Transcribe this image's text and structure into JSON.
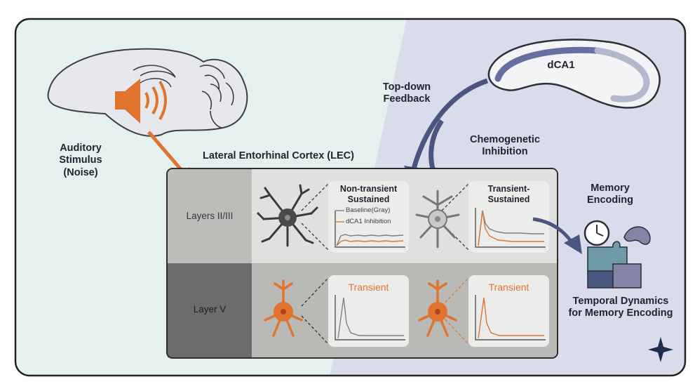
{
  "labels": {
    "auditory": [
      "Auditory",
      "Stimulus",
      "(Noise)"
    ],
    "lec_title": "Lateral Entorhinal Cortex (LEC)",
    "topdown": [
      "Top-down",
      "Feedback"
    ],
    "dca1": "dCA1",
    "chemo": [
      "Chemogenetic",
      "Inhibition"
    ],
    "memory_encoding": [
      "Memory",
      "Encoding"
    ],
    "temporal": [
      "Temporal Dynamics",
      "for Memory Encoding"
    ],
    "layers_23": "Layers II/III",
    "layer_5": "Layer V",
    "non_transient": [
      "Non-transient",
      "Sustained"
    ],
    "transient_sustained": [
      "Transient-",
      "Sustained"
    ],
    "transient_left": "Transient",
    "transient_right": "Transient",
    "legend_baseline": "Baseline(Gray)",
    "legend_inhibition": "dCA1 Inhibition"
  },
  "colors": {
    "bg_left": "#e4f1ef",
    "bg_right": "#d9dcea",
    "orange": "#e0742f",
    "gray_trace": "#808080",
    "navy_arrow": "#4a5580",
    "layer_dark": "#6c6c6c",
    "layer_mid": "#b9bab6",
    "panel_fill": "#ecedea",
    "puzzle_teal": "#6f9ba8",
    "puzzle_navy": "#4a5780",
    "puzzle_purple": "#8384a8"
  },
  "icons": [
    "speaker-icon",
    "mouse-brain-icon",
    "hippocampus-icon",
    "clock-icon",
    "puzzle-icon",
    "sparkle-icon"
  ]
}
